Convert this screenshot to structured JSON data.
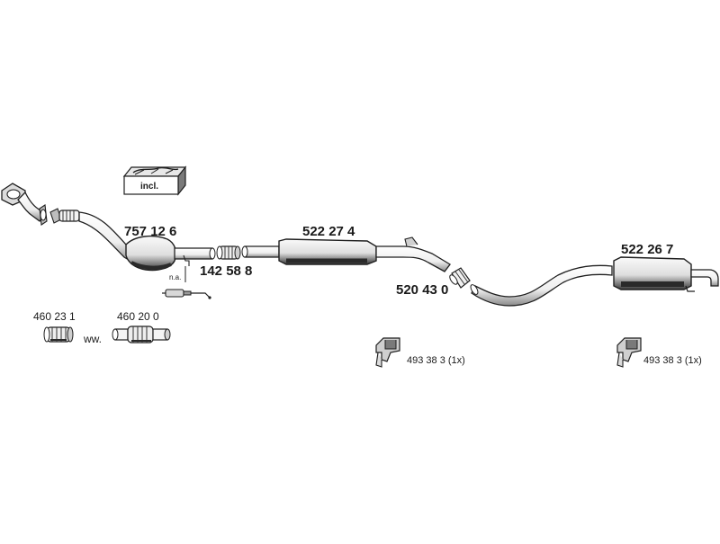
{
  "parts": {
    "catalytic_converter": "757 12 6",
    "connector_1": "142 58 8",
    "front_silencer": "522 27 4",
    "connector_2": "520 43 0",
    "rear_silencer": "522 26 7",
    "mount_1": "493 38 3 (1x)",
    "mount_2": "493 38 3 (1x)",
    "extra_connector_a": "460 23 1",
    "extra_connector_b": "460 20 0"
  },
  "labels": {
    "incl": "incl.",
    "not_available": "n.a.",
    "alternative": "ww."
  },
  "colors": {
    "line": "#1f1f1f",
    "pipe_fill": "#f2f2f2",
    "body_fill": "#e6e6e6",
    "shadow": "#4a4a4a"
  }
}
